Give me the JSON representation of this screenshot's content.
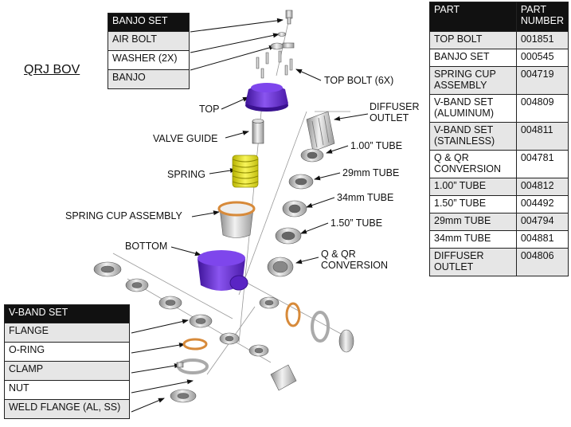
{
  "title": "QRJ BOV",
  "banjo_set": {
    "header": "BANJO SET",
    "items": [
      "AIR BOLT",
      "WASHER (2X)",
      "BANJO"
    ]
  },
  "vband_set": {
    "header": "V-BAND SET",
    "items": [
      "FLANGE",
      "O-RING",
      "CLAMP",
      "NUT",
      "WELD FLANGE (AL, SS)"
    ]
  },
  "parts_table": {
    "headers": [
      "PART",
      "PART\nNUMBER"
    ],
    "rows": [
      {
        "part": "TOP BOLT",
        "number": "001851"
      },
      {
        "part": "BANJO SET",
        "number": "000545"
      },
      {
        "part": "SPRING CUP\nASSEMBLY",
        "number": "004719"
      },
      {
        "part": "V-BAND SET\n(ALUMINUM)",
        "number": "004809"
      },
      {
        "part": "V-BAND SET\n(STAINLESS)",
        "number": "004811"
      },
      {
        "part": "Q & QR\nCONVERSION",
        "number": "004781"
      },
      {
        "part": "1.00” TUBE",
        "number": "004812"
      },
      {
        "part": "1.50” TUBE",
        "number": "004492"
      },
      {
        "part": "29mm TUBE",
        "number": "004794"
      },
      {
        "part": "34mm TUBE",
        "number": "004881"
      },
      {
        "part": "DIFFUSER\nOUTLET",
        "number": "004806"
      }
    ]
  },
  "callouts": {
    "top_bolt": "TOP BOLT (6X)",
    "top": "TOP",
    "valve_guide": "VALVE GUIDE",
    "spring": "SPRING",
    "spring_cup": "SPRING CUP ASSEMBLY",
    "bottom": "BOTTOM",
    "diffuser_outlet": "DIFFUSER\nOUTLET",
    "tube_100": "1.00” TUBE",
    "tube_29": "29mm TUBE",
    "tube_34": "34mm TUBE",
    "tube_150": "1.50” TUBE",
    "qqr": "Q & QR\nCONVERSION"
  },
  "colors": {
    "purple": "#6a2ad6",
    "spring": "#e8e620",
    "oring": "#d78a3a",
    "metal": "#c9c9c9"
  }
}
